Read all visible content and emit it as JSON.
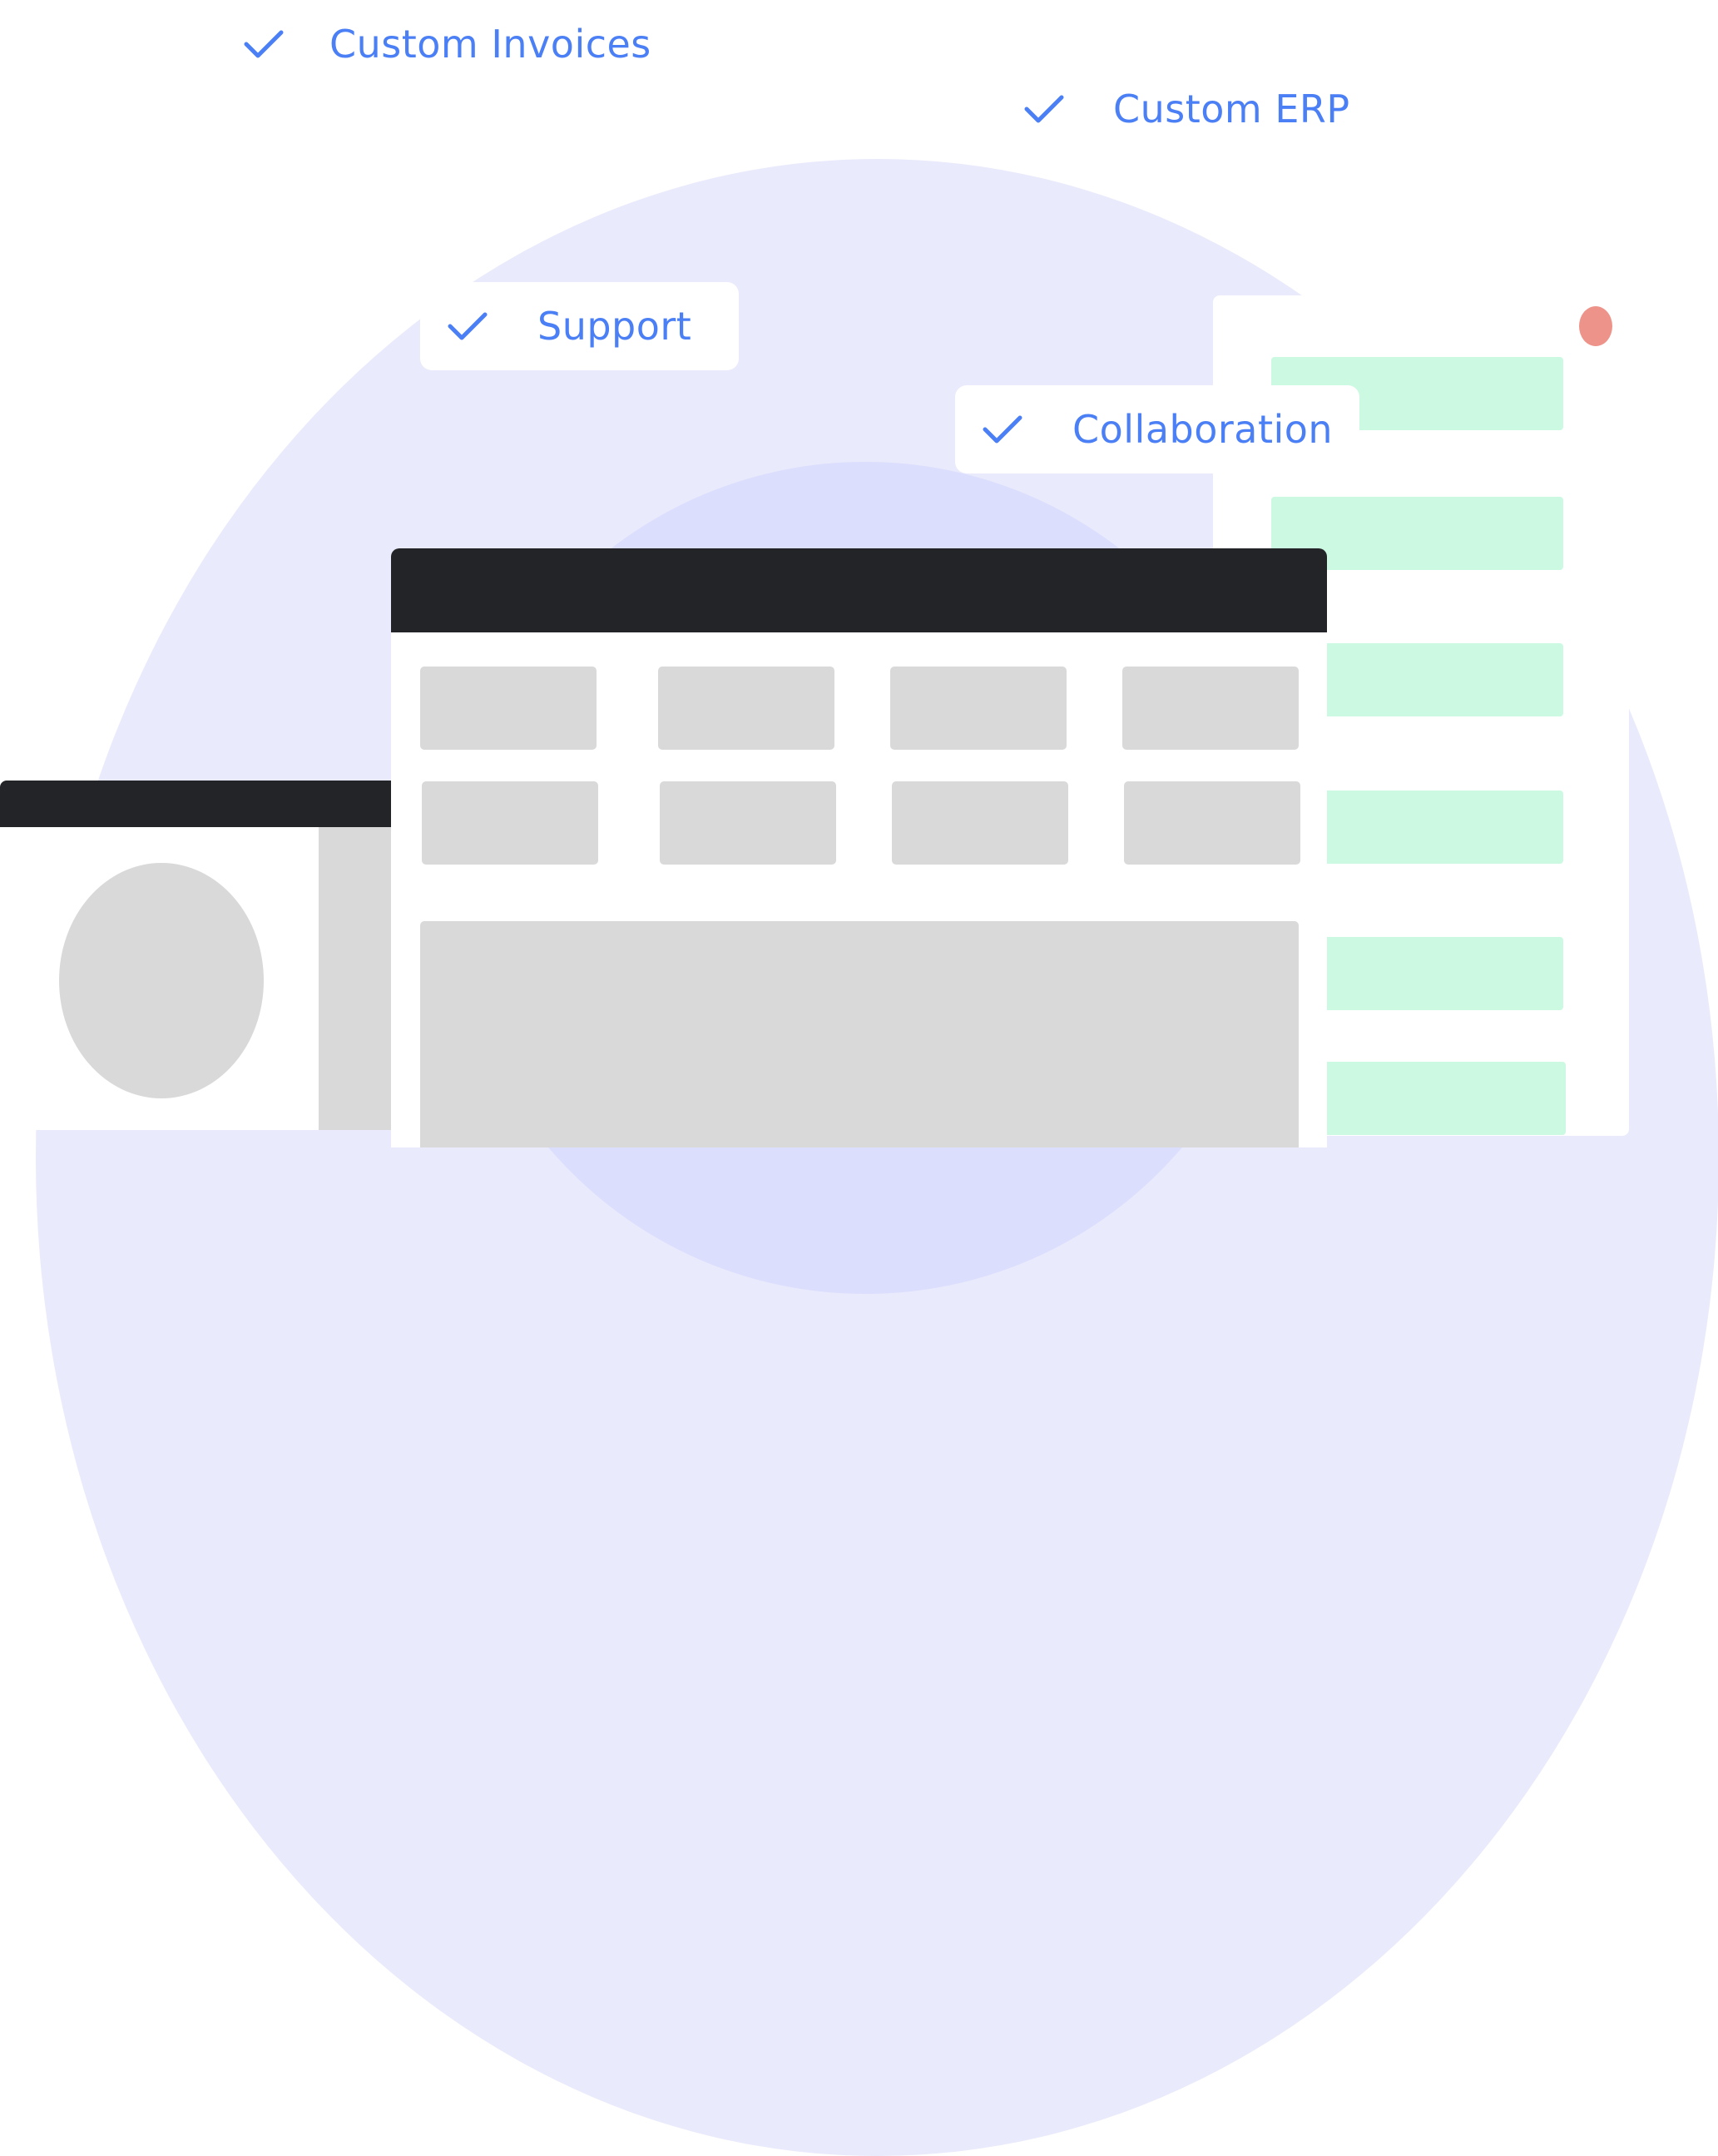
{
  "features": {
    "custom_invoices": "Custom Invoices",
    "custom_erp": "Custom ERP",
    "support": "Support",
    "collaboration": "Collaboration"
  },
  "icons": {
    "check": "check-icon"
  },
  "colors": {
    "accent_blue": "#4b7ff5",
    "background_arc": "#e9eafb",
    "inner_arc": "#dcdefd",
    "window_bar": "#232427",
    "placeholder_grey": "#d9d9d9",
    "list_green": "#ccf9e2",
    "notification_dot": "#ed938a"
  }
}
